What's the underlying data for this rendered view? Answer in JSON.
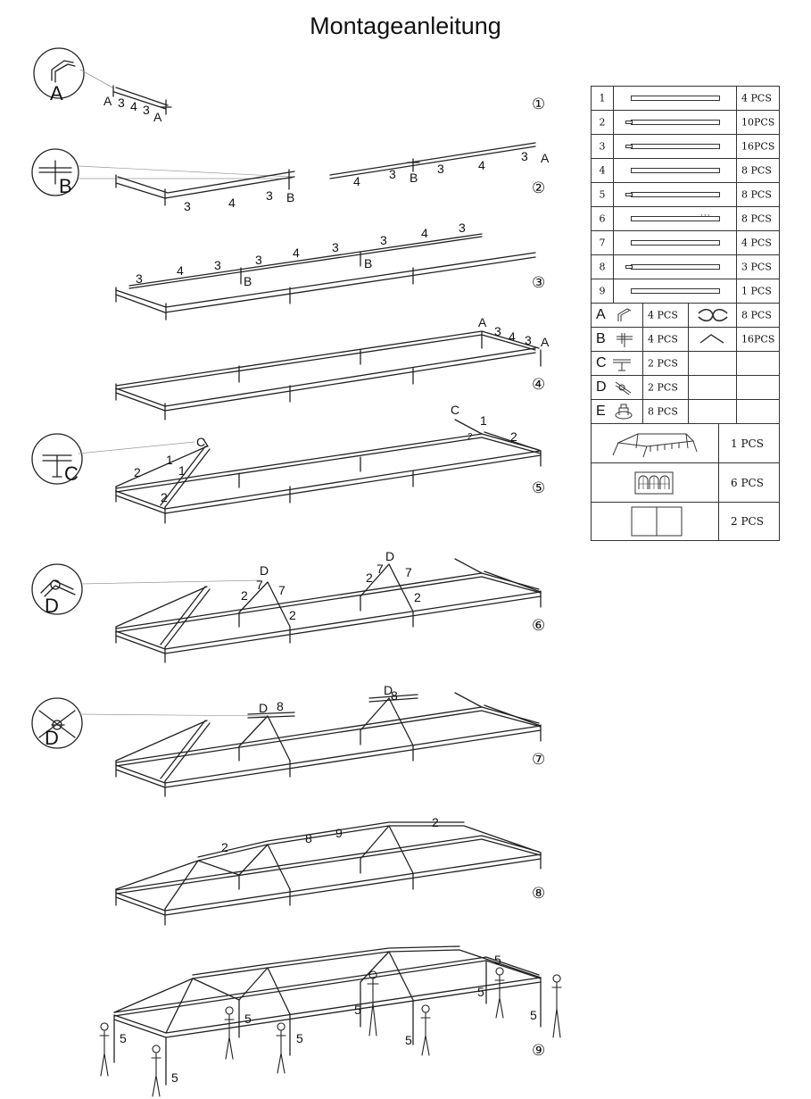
{
  "title": "Montageanleitung",
  "steps": [
    "①",
    "②",
    "③",
    "④",
    "⑤",
    "⑥",
    "⑦",
    "⑧",
    "⑨"
  ],
  "callouts": {
    "a": "A",
    "b": "B",
    "c": "C",
    "d1": "D",
    "d2": "D"
  },
  "step1_labels": [
    "A",
    "3",
    "4",
    "3",
    "A"
  ],
  "step2_labels": [
    "3",
    "4",
    "3",
    "B",
    "4",
    "3",
    "B",
    "3",
    "4",
    "3",
    "A"
  ],
  "step3_labels": [
    "3",
    "4",
    "3",
    "3",
    "4",
    "3",
    "3",
    "4",
    "3",
    "B",
    "B"
  ],
  "step4_labels": [
    "A",
    "3",
    "4",
    "3",
    "A"
  ],
  "step5_labels": [
    "C",
    "2",
    "1",
    "1",
    "2",
    "C",
    "1",
    "2",
    "2"
  ],
  "step6_labels": [
    "D",
    "2",
    "7",
    "7",
    "2",
    "D",
    "2",
    "7",
    "7",
    "2"
  ],
  "step7_labels": [
    "D",
    "8",
    "D",
    "8"
  ],
  "step8_labels": [
    "2",
    "8",
    "9",
    "2"
  ],
  "step9_labels": [
    "5",
    "5",
    "5",
    "5",
    "5",
    "5",
    "5",
    "5",
    "5"
  ],
  "parts": {
    "tubes": [
      {
        "id": "1",
        "qty": "4 PCS",
        "tip": false,
        "dots": false
      },
      {
        "id": "2",
        "qty": "10PCS",
        "tip": true,
        "dots": false
      },
      {
        "id": "3",
        "qty": "16PCS",
        "tip": true,
        "dots": false
      },
      {
        "id": "4",
        "qty": "8 PCS",
        "tip": false,
        "dots": false
      },
      {
        "id": "5",
        "qty": "8 PCS",
        "tip": true,
        "dots": false
      },
      {
        "id": "6",
        "qty": "8 PCS",
        "tip": false,
        "dots": true
      },
      {
        "id": "7",
        "qty": "4 PCS",
        "tip": false,
        "dots": false
      },
      {
        "id": "8",
        "qty": "3 PCS",
        "tip": true,
        "dots": false
      },
      {
        "id": "9",
        "qty": "1 PCS",
        "tip": false,
        "dots": false
      }
    ],
    "connectors": [
      {
        "letter": "A",
        "qty": "4 PCS",
        "extra_qty": "8 PCS"
      },
      {
        "letter": "B",
        "qty": "4 PCS",
        "extra_qty": "16PCS"
      },
      {
        "letter": "C",
        "qty": "2 PCS",
        "extra_qty": ""
      },
      {
        "letter": "D",
        "qty": "2 PCS",
        "extra_qty": ""
      },
      {
        "letter": "E",
        "qty": "8 PCS",
        "extra_qty": ""
      }
    ],
    "canopy_qty": "1 PCS",
    "window_wall_qty": "6 PCS",
    "door_wall_qty": "2 PCS"
  }
}
